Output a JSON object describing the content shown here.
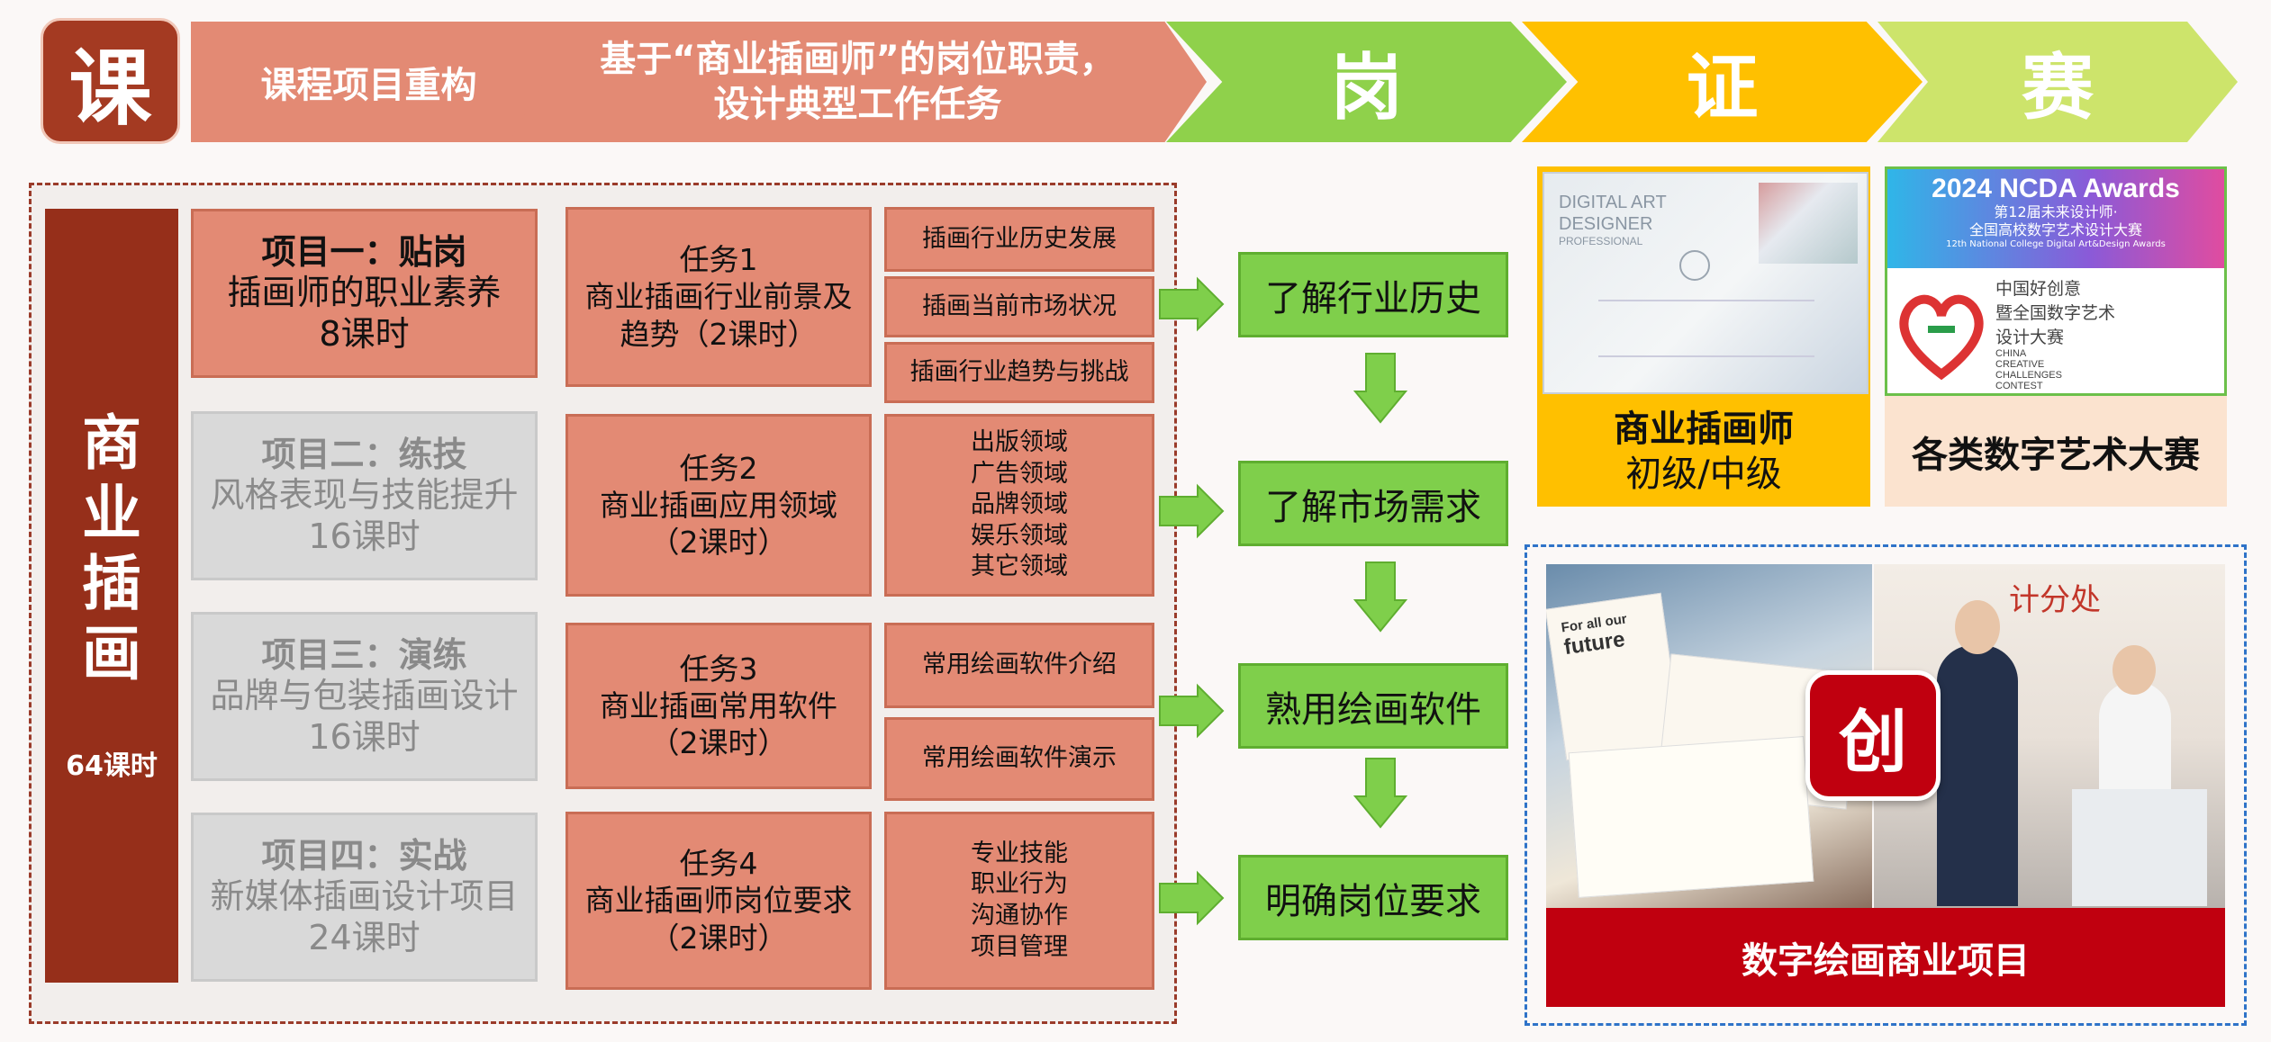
{
  "header": {
    "ke": "课",
    "step1": "课程项目重构",
    "step2_line1": "基于“商业插画师”的岗位职责，",
    "step2_line2": "设计典型工作任务",
    "gang": "岗",
    "zheng": "证",
    "sai": "赛"
  },
  "left": {
    "vertical_title": [
      "商",
      "业",
      "插",
      "画"
    ],
    "total_hours": "64课时",
    "projects": [
      {
        "title": "项目一：贴岗",
        "desc": "插画师的职业素养",
        "hours": "8课时"
      },
      {
        "title": "项目二：练技",
        "desc": "风格表现与技能提升",
        "hours": "16课时"
      },
      {
        "title": "项目三：演练",
        "desc": "品牌与包装插画设计",
        "hours": "16课时"
      },
      {
        "title": "项目四：实战",
        "desc": "新媒体插画设计项目",
        "hours": "24课时"
      }
    ],
    "tasks": [
      {
        "title": "任务1",
        "desc": "商业插画行业前景及",
        "hours": "趋势（2课时）"
      },
      {
        "title": "任务2",
        "desc": "商业插画应用领域",
        "hours": "（2课时）"
      },
      {
        "title": "任务3",
        "desc": "商业插画常用软件",
        "hours": "（2课时）"
      },
      {
        "title": "任务4",
        "desc": "商业插画师岗位要求",
        "hours": "（2课时）"
      }
    ],
    "sub_t1": [
      "插画行业历史发展",
      "插画当前市场状况",
      "插画行业趋势与挑战"
    ],
    "sub_t2": [
      "出版领域",
      "广告领域",
      "品牌领域",
      "娱乐领域",
      "其它领域"
    ],
    "sub_t3": [
      "常用绘画软件介绍",
      "常用绘画软件演示"
    ],
    "sub_t4": [
      "专业技能",
      "职业行为",
      "沟通协作",
      "项目管理"
    ]
  },
  "flow": [
    "了解行业历史",
    "了解市场需求",
    "熟用绘画软件",
    "明确岗位要求"
  ],
  "right": {
    "cert_photo_text": [
      "DIGITAL ART",
      "DESIGNER",
      "PROFESSIONAL"
    ],
    "cert_label_line1": "商业插画师",
    "cert_label_line2": "初级/中级",
    "contest_top": [
      "2024 NCDA Awards",
      "第12届未来设计师·",
      "全国高校数字艺术设计大赛",
      "12th National College Digital Art&Design Awards"
    ],
    "contest_bottom": [
      "中国好创意",
      "暨全国数字艺术",
      "设计大赛",
      "CHINA",
      "CREATIVE",
      "CHALLENGES",
      "CONTEST"
    ],
    "contest_label": "各类数字艺术大赛",
    "project_badge": "创",
    "project_label": "数字绘画商业项目",
    "photo_texts": [
      "For all our",
      "future",
      "计分处"
    ]
  },
  "colors": {
    "salmon": "#e38a74",
    "dark_red": "#962f1a",
    "green": "#7fcf4b",
    "yellow": "#ffc000",
    "lime": "#cde46b",
    "red": "#c0000f",
    "blue_dash": "#2e73c8"
  },
  "icons": [
    "arrow-right-icon",
    "arrow-down-icon",
    "logo-heart-icon"
  ]
}
